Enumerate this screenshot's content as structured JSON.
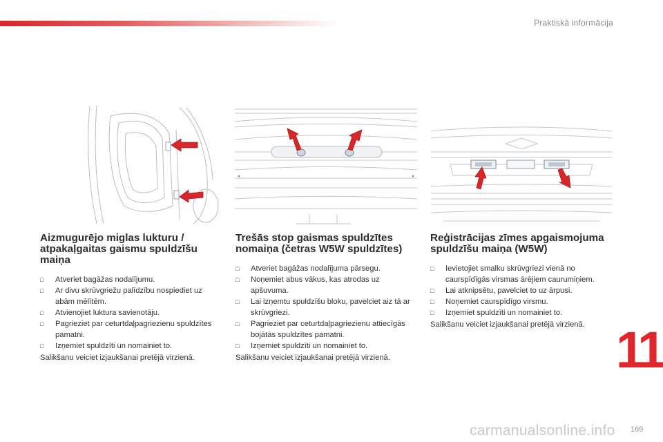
{
  "header": {
    "section_title": "Praktiskā informācija"
  },
  "chapter": {
    "number": "11"
  },
  "page": {
    "number": "169"
  },
  "watermark": {
    "text": "carmanualsonline.info"
  },
  "colors": {
    "accent": "#e0262c",
    "arrow": "#d9262b"
  },
  "sections": [
    {
      "title": "Aizmugurējo miglas lukturu / atpakaļgaitas gaismu spuldzīšu maiņa",
      "steps": [
        "Atveriet bagāžas nodalījumu.",
        "Ar divu skrūvgriežu palīdzību nospiediet uz abām mēlītēm.",
        "Atvienojiet luktura savienotāju.",
        "Pagrieziet par ceturtdaļpagriezienu spuldzītes pamatni.",
        "Izņemiet spuldzīti un nomainiet to."
      ],
      "note": "Salikšanu veiciet izjaukšanai pretējā virzienā."
    },
    {
      "title": "Trešās stop gaismas spuldzītes nomaiņa (četras W5W spuldzītes)",
      "steps": [
        "Atveriet bagāžas nodalījuma pārsegu.",
        "Noņemiet abus vākus, kas atrodas uz apšuvuma.",
        "Lai izņemtu spuldzīšu bloku, pavelciet aiz tā ar skrūvgriezi.",
        "Pagrieziet par ceturtdaļpagriezienu attiecīgās bojātās spuldzītes pamatni.",
        "Izņemiet spuldzīti un nomainiet to."
      ],
      "note": "Salikšanu veiciet izjaukšanai pretējā virzienā."
    },
    {
      "title": "Reģistrācijas zīmes apgaismojuma spuldzīšu maiņa (W5W)",
      "steps": [
        "Ievietojiet smalku skrūvgriezi vienā no caurspīdīgās virsmas ārējiem caurumiņiem.",
        "Lai atknipsētu, pavelciet to uz ārpusi.",
        "Noņemiet caurspīdīgo virsmu.",
        "Izņemiet spuldzīti un nomainiet to."
      ],
      "note": "Salikšanu veiciet izjaukšanai pretējā virzienā."
    }
  ]
}
